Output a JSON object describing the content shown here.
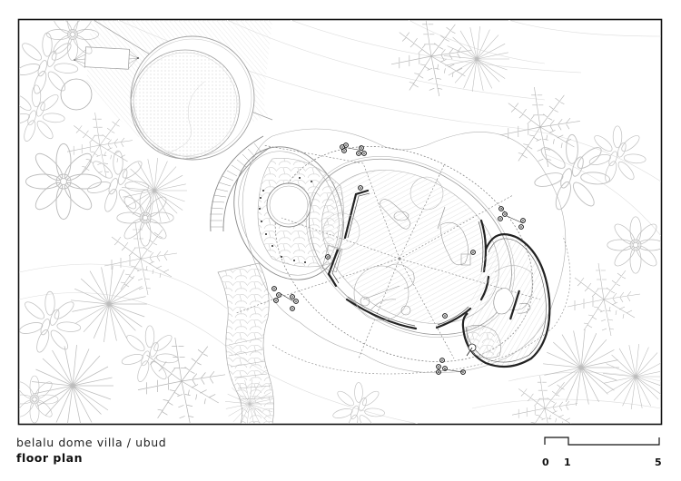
{
  "caption": {
    "project_title": "belalu dome villa / ubud",
    "drawing_name": "floor plan"
  },
  "scale_bar": {
    "labels": [
      "0",
      "1",
      "5"
    ],
    "units_hint": "m"
  },
  "plan": {
    "elements": [
      "frame",
      "swimming-pool",
      "pool-deck-hatched",
      "hammock",
      "side-table",
      "main-dome",
      "dome-outer-dotted-circle",
      "radial-grid-lines",
      "plunge-pool",
      "stone-paving",
      "bedroom-pod",
      "bathroom-stone-floor",
      "exterior-stairs",
      "stepping-stone-path",
      "outdoor-lights",
      "tropical-vegetation"
    ]
  },
  "colors": {
    "frame": "#111111",
    "wall": "#222222",
    "line": "#9a9a9a",
    "light_line": "#c8c8c8",
    "background": "#ffffff"
  }
}
